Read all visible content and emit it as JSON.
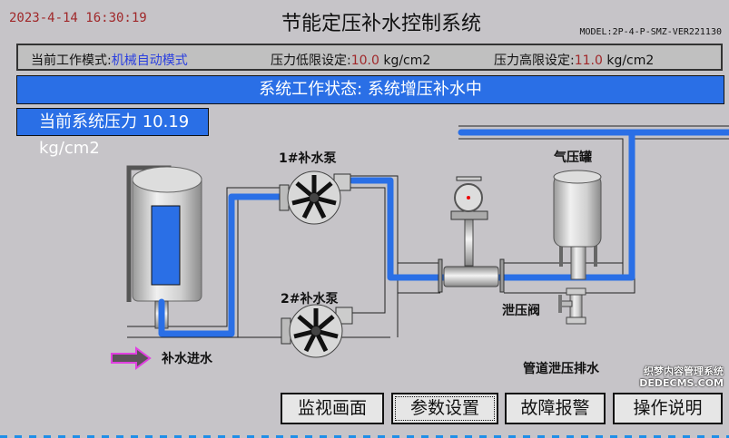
{
  "header": {
    "datetime": "2023-4-14 16:30:19",
    "title": "节能定压补水控制系统",
    "model": "MODEL:2P-4-P-SMZ-VER221130"
  },
  "info": {
    "mode_label": "当前工作模式:",
    "mode_value": "机械自动模式",
    "low_label": "压力低限设定:",
    "low_value": "10.0",
    "low_unit": "kg/cm2",
    "high_label": "压力高限设定:",
    "high_value": "11.0",
    "high_unit": "kg/cm2"
  },
  "status": {
    "text": "系统工作状态: 系统增压补水中"
  },
  "pressure": {
    "text": "当前系统压力 10.19 kg/cm2"
  },
  "diagram": {
    "pump1": "1#补水泵",
    "pump2": "2#补水泵",
    "inlet": "补水进水",
    "tank": "气压罐",
    "relief_valve": "泄压阀",
    "drain": "管道泄压排水"
  },
  "colors": {
    "water": "#2a6fe6",
    "background": "#c6c4c8",
    "value_red": "#a0282a",
    "mode_blue": "#2a3fe0"
  },
  "buttons": [
    {
      "label": "监视画面"
    },
    {
      "label": "参数设置"
    },
    {
      "label": "故障报警"
    },
    {
      "label": "操作说明"
    }
  ],
  "watermark": {
    "line1": "织梦内容管理系统",
    "line2": "DEDECMS.COM"
  }
}
